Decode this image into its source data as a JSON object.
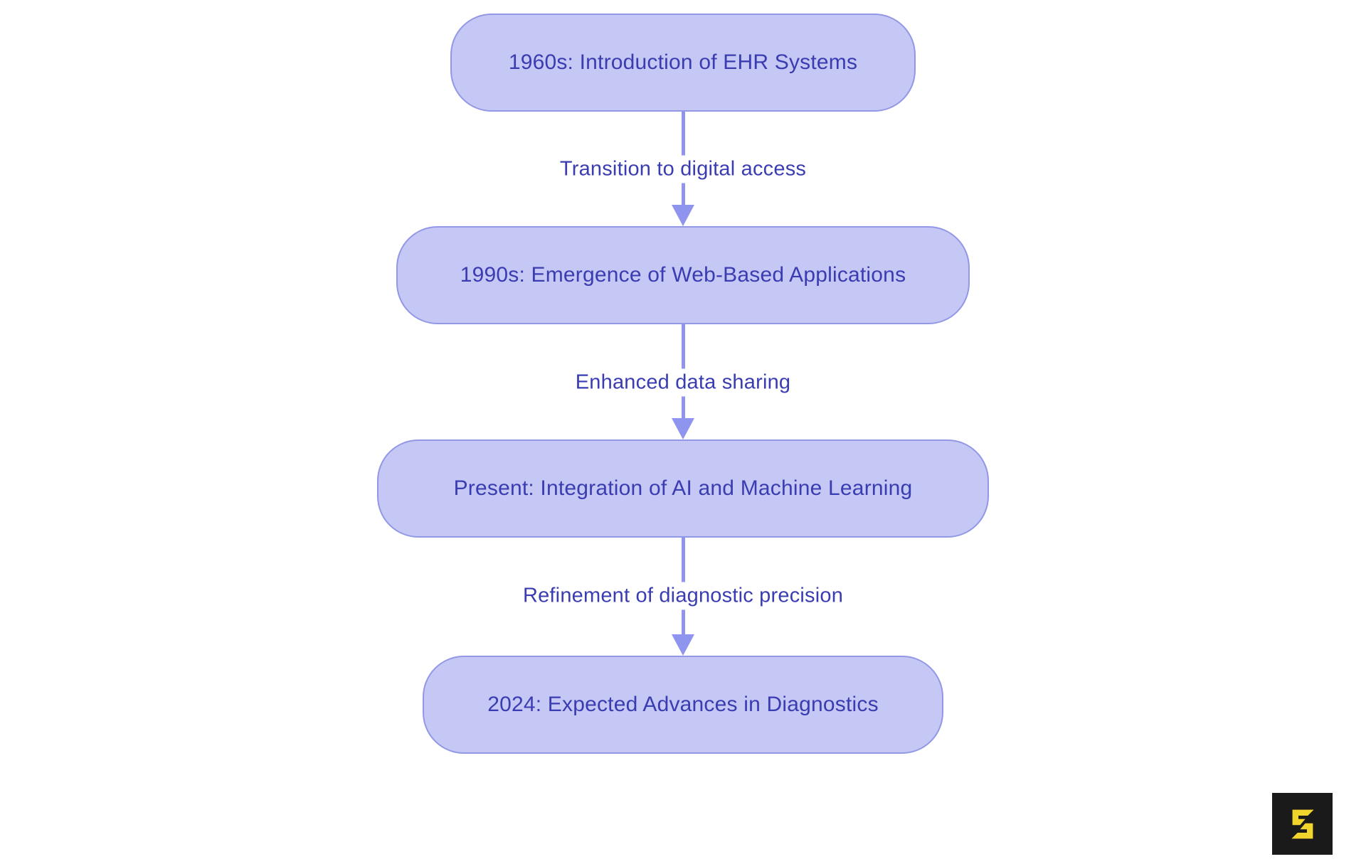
{
  "diagram": {
    "type": "flowchart",
    "direction": "top-down",
    "nodes": [
      {
        "id": "n1",
        "label": "1960s: Introduction of EHR Systems"
      },
      {
        "id": "n2",
        "label": "1990s: Emergence of Web-Based Applications"
      },
      {
        "id": "n3",
        "label": "Present: Integration of AI and Machine Learning"
      },
      {
        "id": "n4",
        "label": "2024: Expected Advances in Diagnostics"
      }
    ],
    "edges": [
      {
        "from": "n1",
        "to": "n2",
        "label": "Transition to digital access"
      },
      {
        "from": "n2",
        "to": "n3",
        "label": "Enhanced data sharing"
      },
      {
        "from": "n3",
        "to": "n4",
        "label": "Refinement of diagnostic precision"
      }
    ],
    "colors": {
      "background": "#ffffff",
      "node_fill": "#c5c7f4",
      "node_border": "#9297e6",
      "node_text": "#3a3cb1",
      "edge_line": "#8f94ee",
      "edge_label_text": "#3a3cb1"
    }
  },
  "branding": {
    "logo_icon": "s-logo-icon",
    "logo_background": "#1a1a1a",
    "logo_glyph_color": "#f2d52c"
  }
}
